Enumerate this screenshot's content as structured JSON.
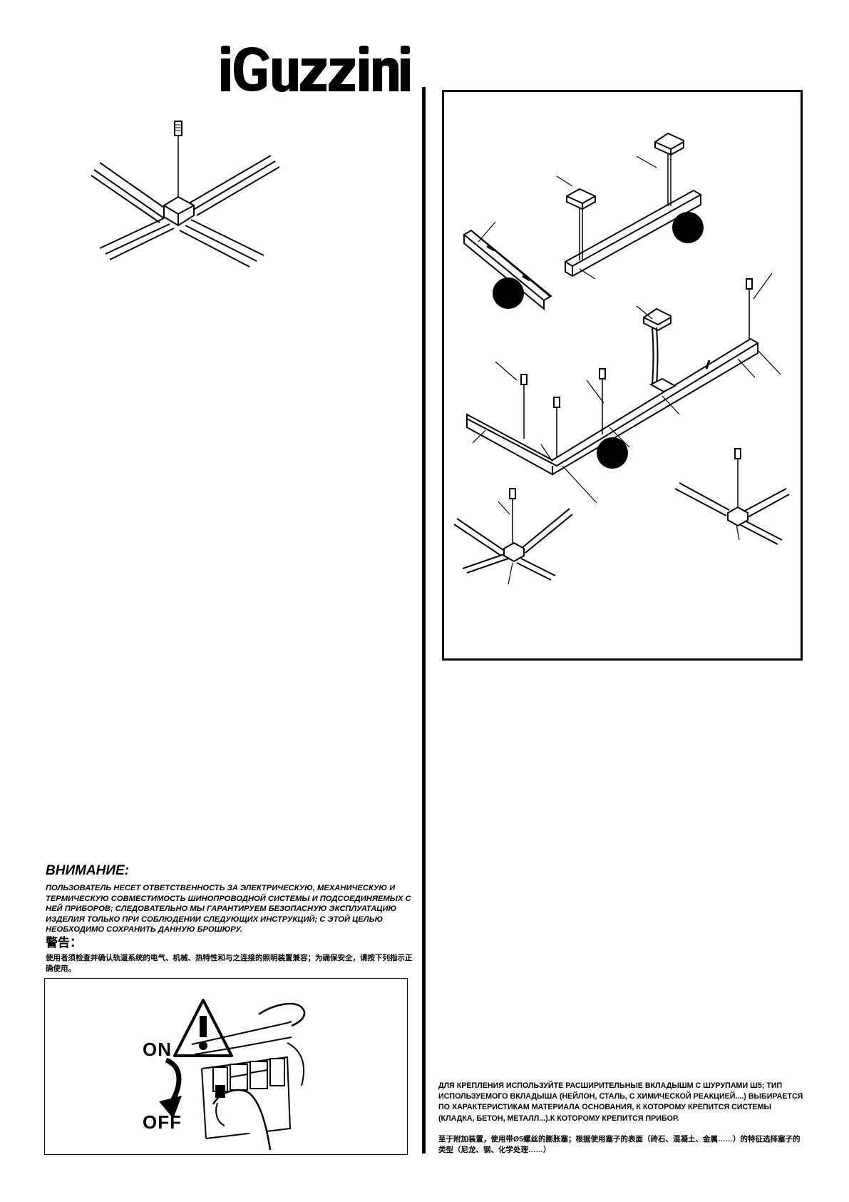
{
  "brand": {
    "logo_text": "iGuzzini",
    "logo_color": "#000000"
  },
  "warning_ru": {
    "heading": "ВНИМАНИЕ:",
    "body": "ПОЛЬЗОВАТЕЛЬ НЕСЕТ ОТВЕТСТВЕННОСТЬ ЗА ЭЛЕКТРИЧЕСКУЮ, МЕХАНИЧЕСКУЮ И ТЕРМИЧЕСКУЮ СОВМЕСТИМОСТЬ ШИНОПРОВОДНОЙ СИСТЕМЫ И ПОДСОЕДИНЯЕМЫХ С НЕЙ ПРИБОРОВ; СЛЕДОВАТЕЛЬНО МЫ ГАРАНТИРУЕМ БЕЗОПАСНУЮ ЭКСПЛУАТАЦИЮ ИЗДЕЛИЯ ТОЛЬКО ПРИ СОБЛЮДЕНИИ СЛЕДУЮЩИХ ИНСТРУКЦИЙ; С ЭТОЙ ЦЕЛЬЮ НЕОБХОДИМО СОХРАНИТЬ ДАННУЮ БРОШЮРУ."
  },
  "warning_zh": {
    "heading": "警告：",
    "body": "使用者须检查并确认轨道系统的电气、机械、热特性和与之连接的照明装置兼容；为确保安全，请按下列指示正确使用。"
  },
  "switch_panel": {
    "on_label": "ON",
    "off_label": "OFF",
    "warning_icon": "warning-triangle-icon"
  },
  "fixing_note": {
    "ru": "ДЛЯ КРЕПЛЕНИЯ ИСПОЛЬЗУЙТЕ РАСШИРИТЕЛЬНЫЕ ВКЛАДЫШМ С ШУРУПАМИ Ш5; ТИП ИСПОЛЬЗУЕМОГО ВКЛАДЫША (НЕЙЛОН, СТАЛЬ, С ХИМИЧЕСКОЙ РЕАКЦИЕЙ....) ВЫБИРАЕТСЯ ПО ХАРАКТЕРИСТИКАМ МАТЕРИАЛА ОСНОВАНИЯ, К КОТОРОМУ КРЕПИТСЯ СИСТЕМЫ (КЛАДКА, БЕТОН, МЕТАЛЛ...).К КОТОРОМУ КРЕПИТСЯ ПРИБОР.",
    "zh": "至于附加装置，使用带Ø5螺丝的膨胀塞；根据使用塞子的表面（砖石、混凝土、金属……）的特征选择塞子的类型（尼龙、钢、化学处理……）"
  }
}
